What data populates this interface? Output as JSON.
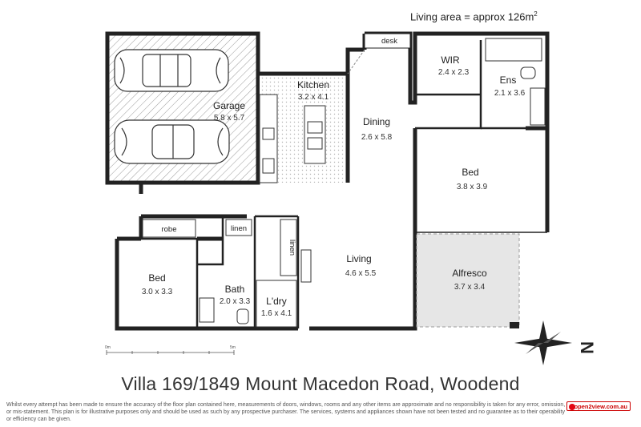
{
  "living_area": {
    "label": "Living area = approx 126m",
    "unit_superscript": "2"
  },
  "rooms": {
    "garage": {
      "name": "Garage",
      "dims": "5.8 x 5.7"
    },
    "kitchen": {
      "name": "Kitchen",
      "dims": "3.2 x 4.1"
    },
    "dining": {
      "name": "Dining",
      "dims": "2.6 x 5.8"
    },
    "wir": {
      "name": "WIR",
      "dims": "2.4 x 2.3"
    },
    "ens": {
      "name": "Ens",
      "dims": "2.1 x 3.6"
    },
    "bed_main": {
      "name": "Bed",
      "dims": "3.8 x 3.9"
    },
    "living": {
      "name": "Living",
      "dims": "4.6 x 5.5"
    },
    "alfresco": {
      "name": "Alfresco",
      "dims": "3.7 x 3.4"
    },
    "bed_2": {
      "name": "Bed",
      "dims": "3.0 x 3.3"
    },
    "bath": {
      "name": "Bath",
      "dims": "2.0 x 3.3"
    },
    "laundry": {
      "name": "L'dry",
      "dims": "1.6 x 4.1"
    }
  },
  "fixtures": {
    "desk": "desk",
    "robe": "robe",
    "linen_1": "linen",
    "linen_2": "linen"
  },
  "scale_bar": {
    "start": "0m",
    "end": "5m"
  },
  "compass": {
    "letter": "N"
  },
  "title": "Villa 169/1849 Mount Macedon Road, Woodend",
  "disclaimer": "Whilst every attempt has been made to ensure the accuracy of the floor plan contained here, measurements of doors, windows, rooms and any other items are approximate and no responsibility is taken for any error, omission, or mis-statement. This plan is for illustrative purposes only and should be used as such by any prospective purchaser. The services, systems and appliances shown have not been tested and no guarantee as to their operability or efficiency can be given.",
  "brand": "open2view.com.au"
}
